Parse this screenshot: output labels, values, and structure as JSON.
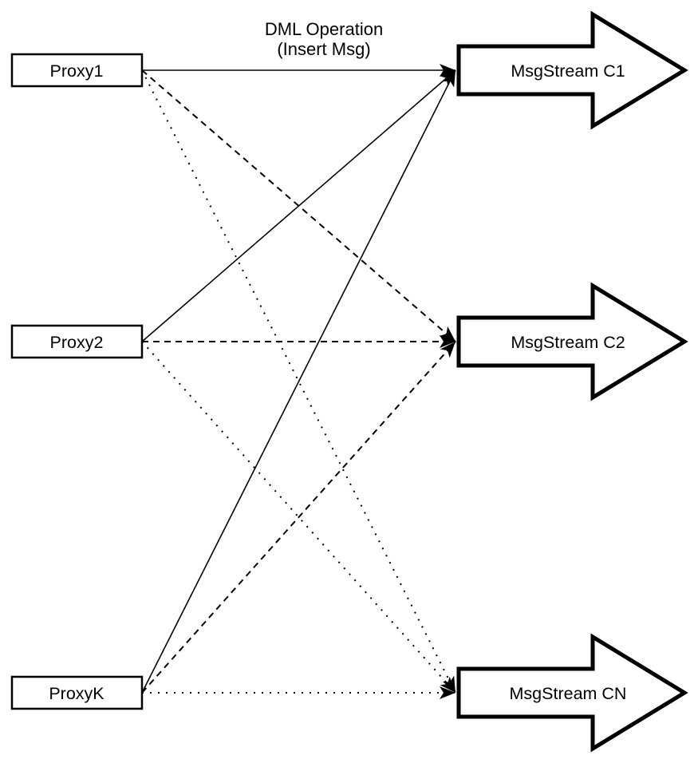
{
  "diagram": {
    "edge_label": {
      "line1": "DML Operation",
      "line2": "(Insert Msg)"
    },
    "proxies": [
      {
        "id": "proxy1",
        "label": "Proxy1"
      },
      {
        "id": "proxy2",
        "label": "Proxy2"
      },
      {
        "id": "proxyk",
        "label": "ProxyK"
      }
    ],
    "streams": [
      {
        "id": "c1",
        "label": "MsgStream C1"
      },
      {
        "id": "c2",
        "label": "MsgStream C2"
      },
      {
        "id": "cn",
        "label": "MsgStream CN"
      }
    ],
    "edges": [
      {
        "from": "proxy1",
        "to": "c1",
        "style": "solid"
      },
      {
        "from": "proxy1",
        "to": "c2",
        "style": "dashed"
      },
      {
        "from": "proxy1",
        "to": "cn",
        "style": "dotted"
      },
      {
        "from": "proxy2",
        "to": "c1",
        "style": "solid"
      },
      {
        "from": "proxy2",
        "to": "c2",
        "style": "dashed"
      },
      {
        "from": "proxy2",
        "to": "cn",
        "style": "dotted"
      },
      {
        "from": "proxyk",
        "to": "c1",
        "style": "solid"
      },
      {
        "from": "proxyk",
        "to": "c2",
        "style": "dashed"
      },
      {
        "from": "proxyk",
        "to": "cn",
        "style": "dotted"
      }
    ],
    "colors": {
      "stroke": "#000000",
      "background": "#ffffff"
    }
  }
}
